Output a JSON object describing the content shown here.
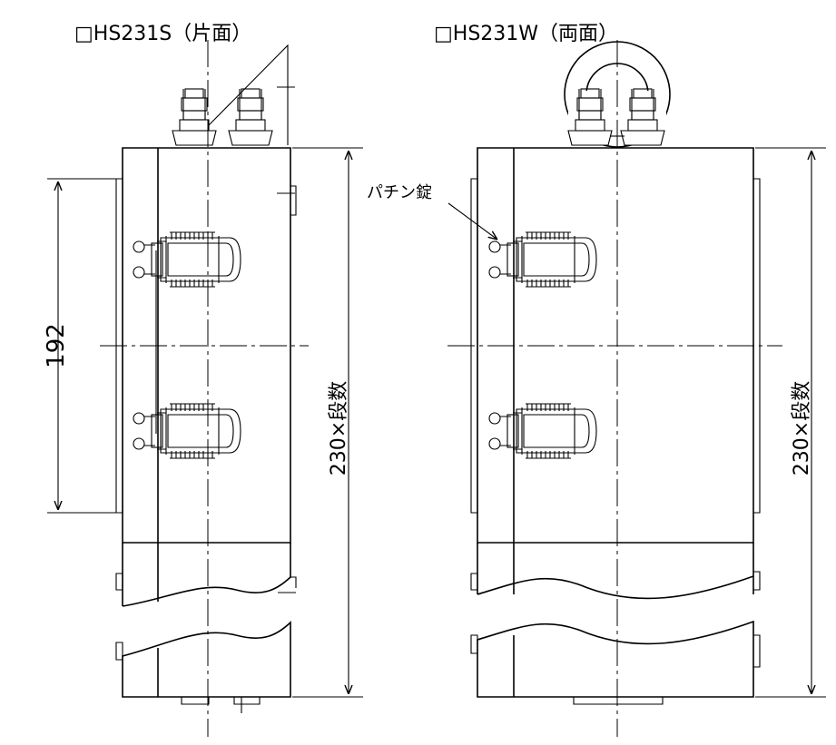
{
  "left_view": {
    "title": "□HS231S（片面）"
  },
  "right_view": {
    "title": "□HS231W（両面）"
  },
  "annotations": {
    "latch_label": "パチン錠"
  },
  "dimensions": {
    "latch_spacing": "192",
    "height_left": "230×段数",
    "height_right": "230×段数"
  }
}
